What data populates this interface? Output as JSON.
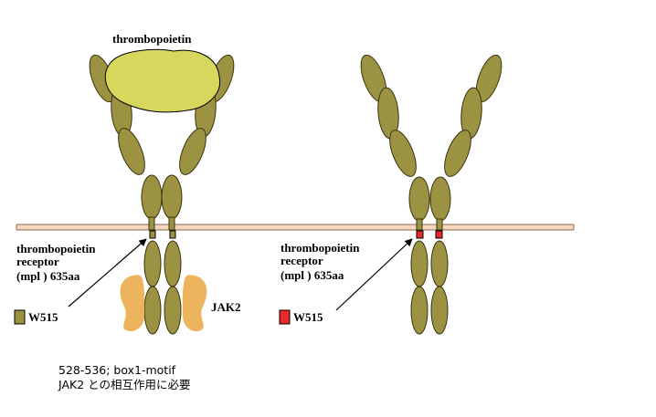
{
  "colors": {
    "domain_fill": "#9c9342",
    "domain_stroke": "#3a3410",
    "ligand_fill": "#d6d75c",
    "jak_fill": "#ebb45d",
    "membrane_fill": "#f4d7bd",
    "membrane_stroke": "#8b6a52",
    "w515_wild": "#9c9342",
    "w515_mutant": "#ea2a2a"
  },
  "ligand": {
    "label": "thrombopoietin"
  },
  "left_receptor": {
    "name_line1": "thrombopoietin",
    "name_line2": "receptor",
    "name_line3": "(mpl ) 635aa",
    "jak_label": "JAK2",
    "legend_label": "W515"
  },
  "right_receptor": {
    "name_line1": "thrombopoietin",
    "name_line2": "receptor",
    "name_line3": "(mpl ) 635aa",
    "legend_label": "W515"
  },
  "note": {
    "line1": "528-536; box1-motif",
    "line2": "JAK2 との相互作用に必要"
  }
}
